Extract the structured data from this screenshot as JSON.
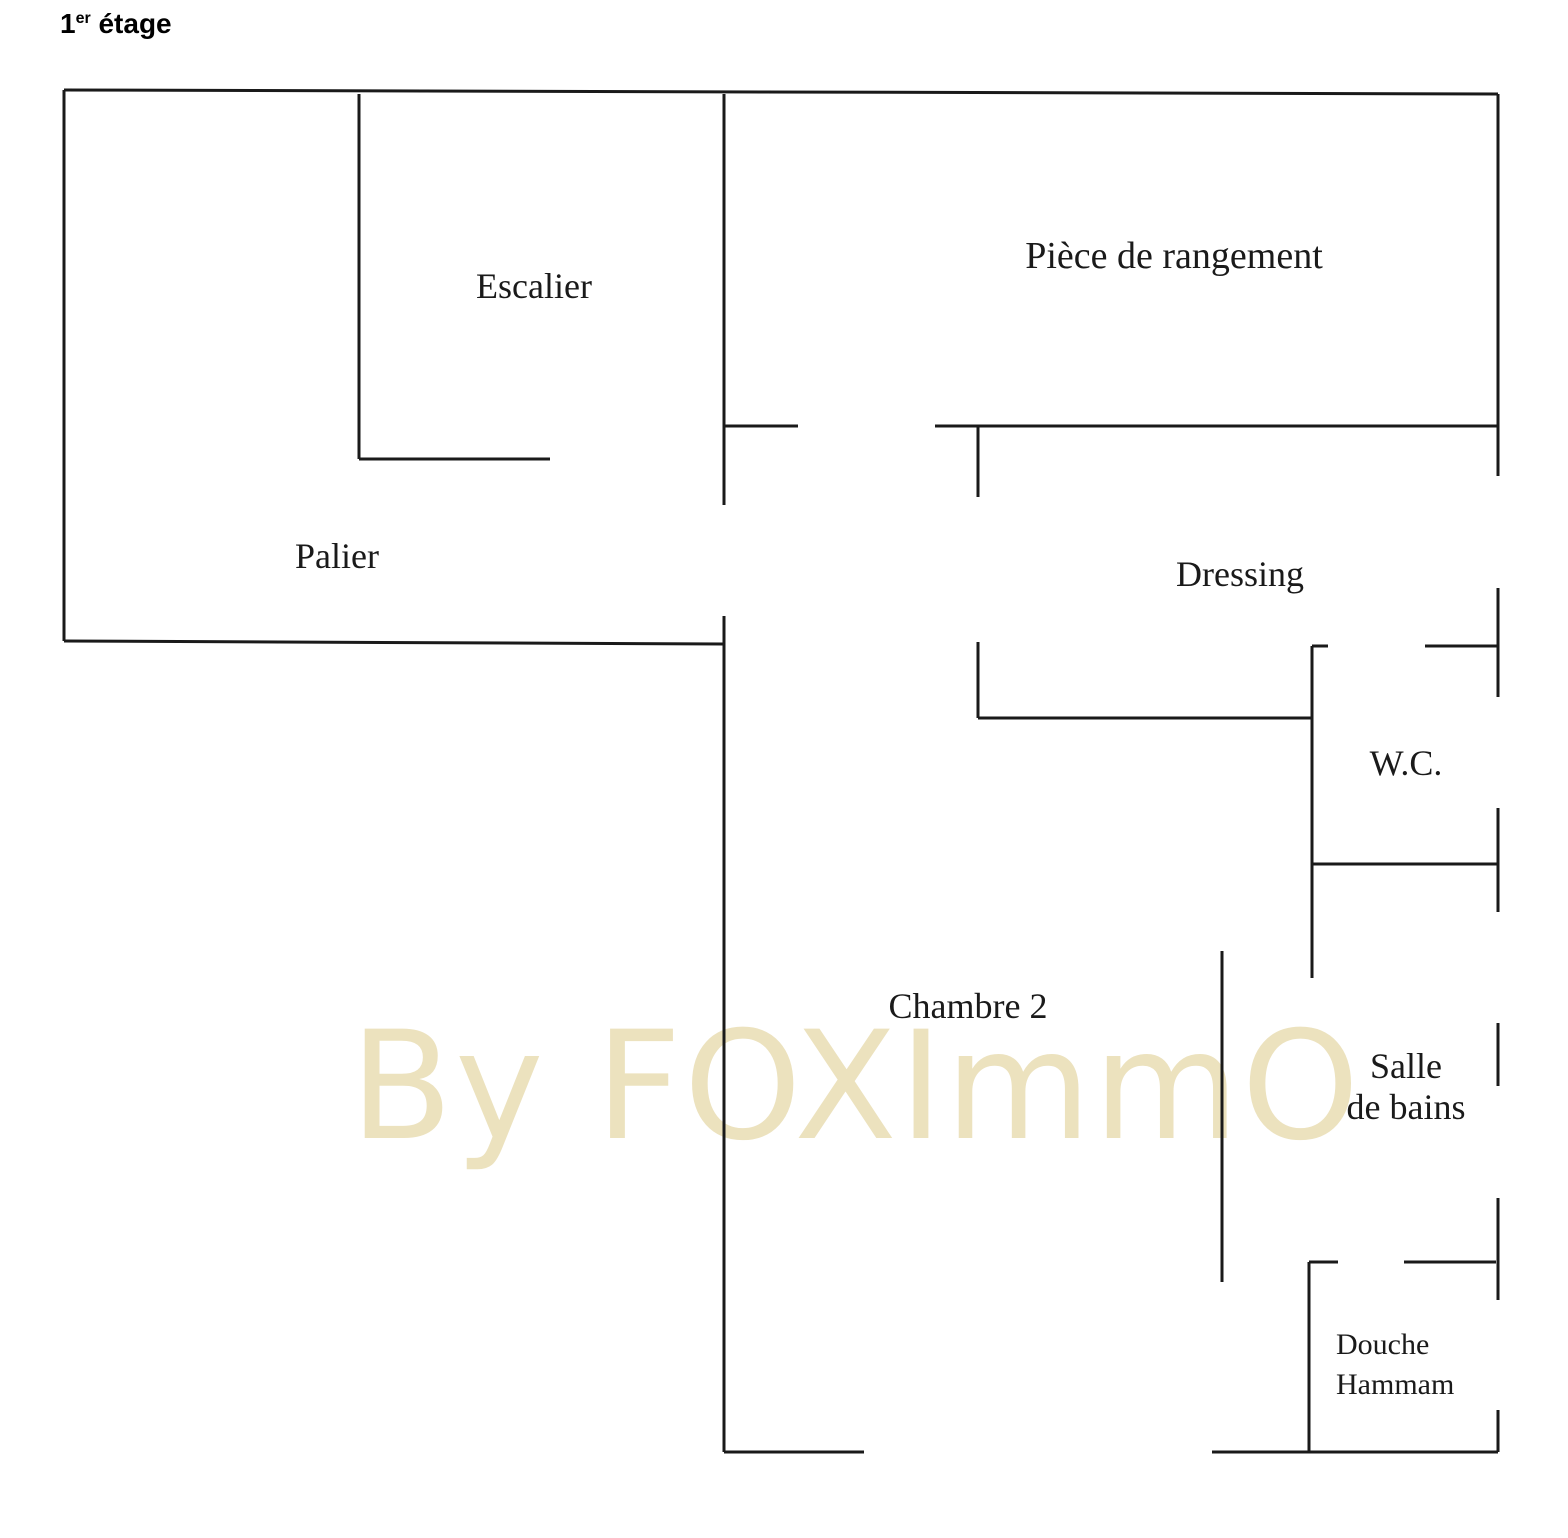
{
  "title": {
    "number": "1",
    "superscript": "er",
    "word": "étage"
  },
  "rooms": {
    "escalier": "Escalier",
    "piece_rangement": "Pièce de rangement",
    "palier": "Palier",
    "dressing": "Dressing",
    "wc": "W.C.",
    "chambre": "Chambre 2",
    "salle_line1": "Salle",
    "salle_line2": "de bains",
    "douche_line1": "Douche",
    "douche_line2": "Hammam"
  },
  "watermark": "By FOXImmO",
  "colors": {
    "wall": "#1a1a1a",
    "watermark": "#eadfb8"
  }
}
